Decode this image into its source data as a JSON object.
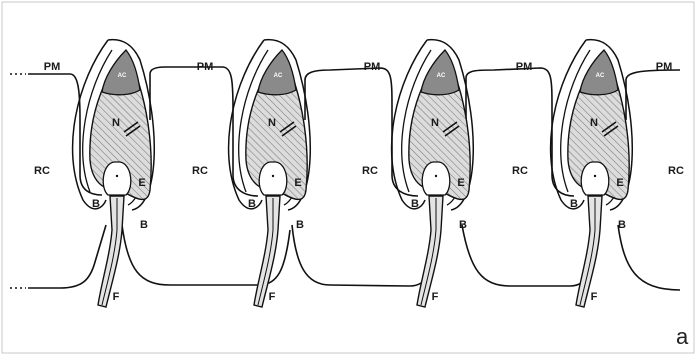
{
  "figure": {
    "panel_letter": "a",
    "labels": {
      "pm": "PM",
      "rc": "RC",
      "ac": "AC",
      "n": "N",
      "e": "E",
      "b": "B",
      "f": "F"
    },
    "unit_count": 4
  }
}
